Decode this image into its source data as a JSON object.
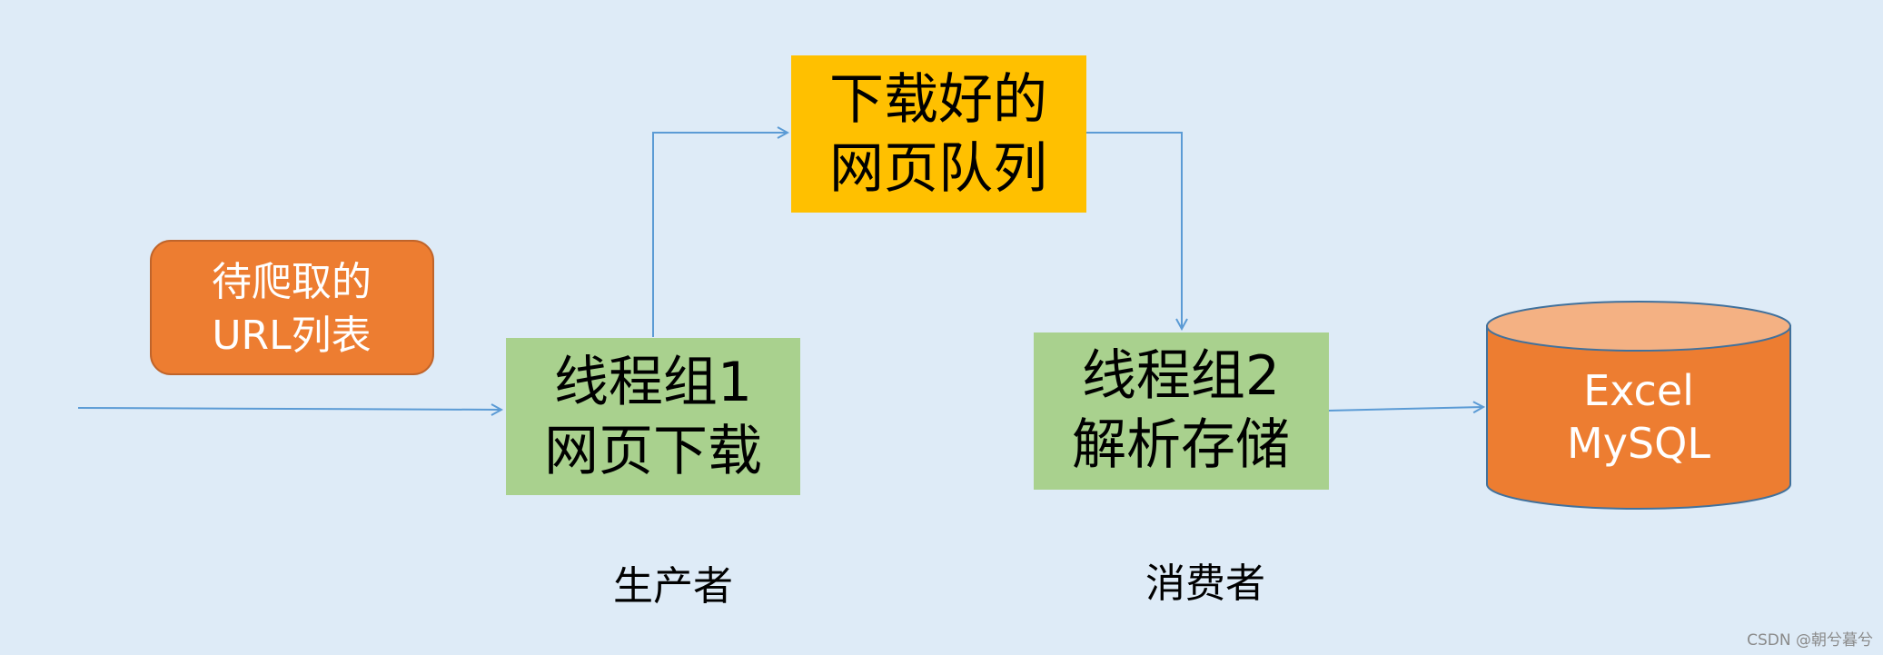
{
  "diagram": {
    "url_list_box": {
      "lines": [
        "待爬取的",
        "URL列表"
      ],
      "fill": "#ed7d31",
      "text_color": "#ffffff"
    },
    "downloader_box": {
      "lines": [
        "线程组1",
        "网页下载"
      ],
      "fill": "#a9d18e",
      "text_color": "#000000"
    },
    "queue_box": {
      "lines": [
        "下载好的",
        "网页队列"
      ],
      "fill": "#ffc000",
      "text_color": "#000000"
    },
    "parser_box": {
      "lines": [
        "线程组2",
        "解析存储"
      ],
      "fill": "#a9d18e",
      "text_color": "#000000"
    },
    "storage_cylinder": {
      "lines": [
        "Excel",
        "MySQL"
      ],
      "body_fill": "#ed7d31",
      "top_fill": "#f4b183",
      "text_color": "#ffffff"
    },
    "producer_label": "生产者",
    "consumer_label": "消费者",
    "watermark": "CSDN @朝兮暮兮",
    "arrow_color": "#5b9bd5",
    "background": "#deebf7"
  }
}
